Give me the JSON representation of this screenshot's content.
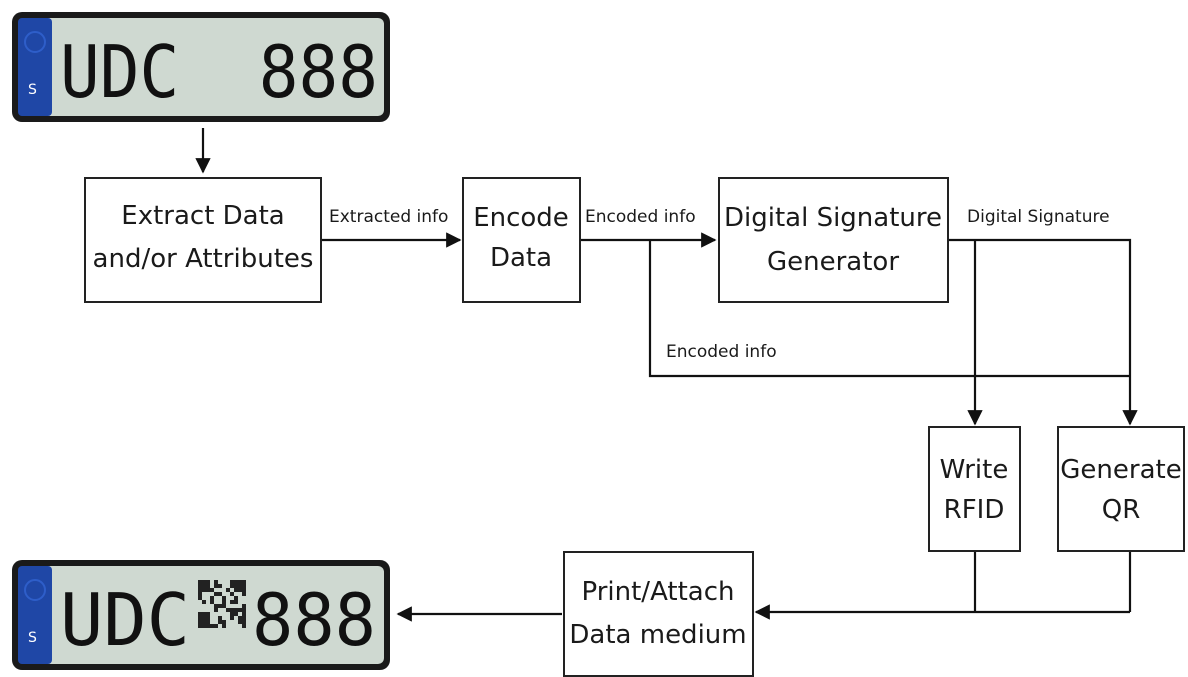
{
  "plates": {
    "input": {
      "country_code": "S",
      "number": "UDC  888",
      "accent": "#1f47a6",
      "plate_bg": "#cfd9d1"
    },
    "output": {
      "country_code": "S",
      "prefix": "UDC",
      "suffix": "888",
      "accent": "#1f47a6",
      "plate_bg": "#cfd9d1"
    }
  },
  "nodes": {
    "extract": {
      "line1": "Extract Data",
      "line2": "and/or Attributes"
    },
    "encode": {
      "line1": "Encode",
      "line2": "Data"
    },
    "signature": {
      "line1": "Digital Signature",
      "line2": "Generator"
    },
    "rfid": {
      "line1": "Write",
      "line2": "RFID"
    },
    "qr": {
      "line1": "Generate",
      "line2": "QR"
    },
    "print": {
      "line1": "Print/Attach",
      "line2": "Data medium"
    }
  },
  "edges": {
    "extracted_info": "Extracted info",
    "encoded_info_top": "Encoded info",
    "encoded_info_bottom": "Encoded info",
    "digital_signature": "Digital Signature"
  }
}
